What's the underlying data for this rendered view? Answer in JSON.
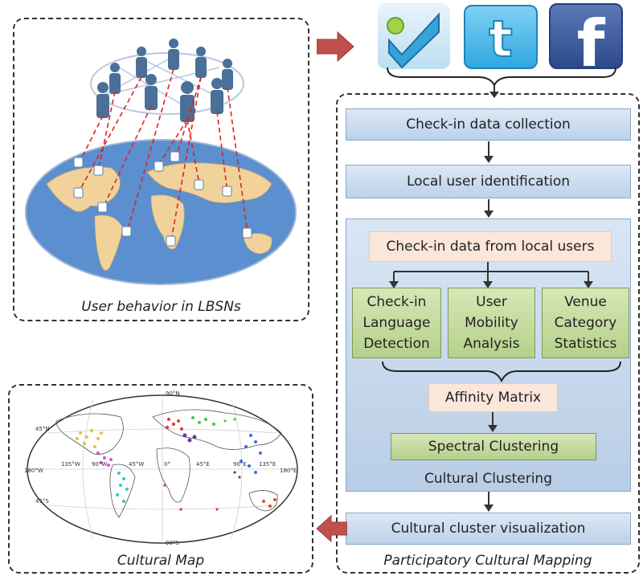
{
  "panels": {
    "lbsn_caption": "User behavior in LBSNs",
    "map_caption": "Cultural Map",
    "pipeline_caption": "Participatory Cultural Mapping"
  },
  "steps": {
    "collection": "Check-in data collection",
    "local_user": "Local user identification",
    "local_data": "Check-in data from local users",
    "visualization": "Cultural cluster visualization"
  },
  "features": [
    {
      "line1": "Check-in",
      "line2": "Language",
      "line3": "Detection"
    },
    {
      "line1": "User",
      "line2": "Mobility",
      "line3": "Analysis"
    },
    {
      "line1": "Venue",
      "line2": "Category",
      "line3": "Statistics"
    }
  ],
  "clustering": {
    "affinity": "Affinity Matrix",
    "spectral": "Spectral Clustering",
    "label": "Cultural Clustering"
  },
  "logos": [
    {
      "name": "foursquare",
      "color": "#37a3d7"
    },
    {
      "name": "twitter",
      "color": "#2fa9e0",
      "glyph": "t"
    },
    {
      "name": "facebook",
      "color": "#3b5998",
      "glyph": "f"
    }
  ],
  "map_ticks": {
    "lon": [
      "180°W",
      "135°W",
      "90°W",
      "45°W",
      "0°",
      "45°E",
      "90°E",
      "135°E",
      "180°E"
    ],
    "lat": [
      "90°N",
      "45°N",
      "0°",
      "45°S",
      "90°S"
    ]
  },
  "colors": {
    "arrow_red": "#c0504d",
    "box_blue": "#c6d9f0",
    "box_green": "#c3d69b",
    "box_pink": "#fbe6da",
    "ocean": "#5b8fd0",
    "land": "#f0d29a"
  }
}
